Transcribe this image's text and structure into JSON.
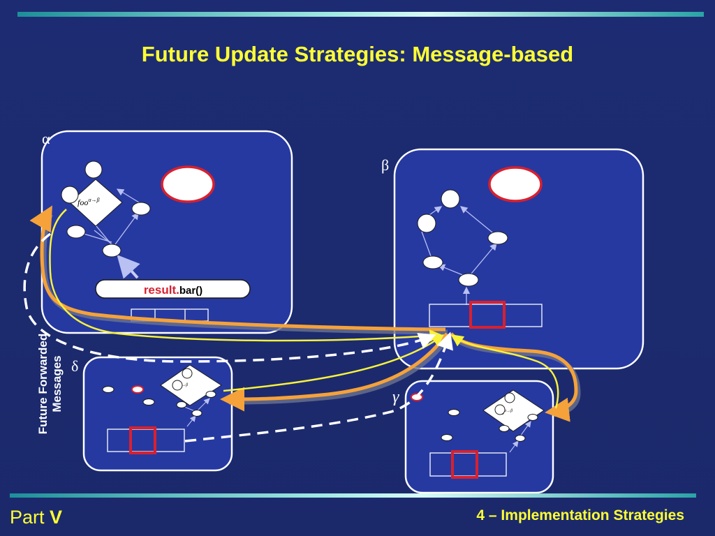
{
  "title": "Future Update Strategies: Message-based",
  "labels": {
    "alpha": "α",
    "beta": "β",
    "delta": "δ",
    "gamma": "γ",
    "result_red": "result.",
    "result_black": "bar()",
    "foo_prefix_alpha": "foo",
    "foo_prefix_small": "oo",
    "foo_superscript": "α→β",
    "side_line1": "Future Forwarded",
    "side_line2": "Messages"
  },
  "footer": {
    "part_prefix": "Part ",
    "part_number": "V",
    "section": "4 – Implementation Strategies"
  },
  "colors": {
    "background": "#1c2a6e",
    "title": "#ffff33",
    "box_fill": "#2639a1",
    "box_stroke": "#ffffff",
    "highlight": "#d9202e",
    "forward_orange": "#f5a23a",
    "forward_yellow": "#f8f23b",
    "dashed": "#ffffff"
  }
}
